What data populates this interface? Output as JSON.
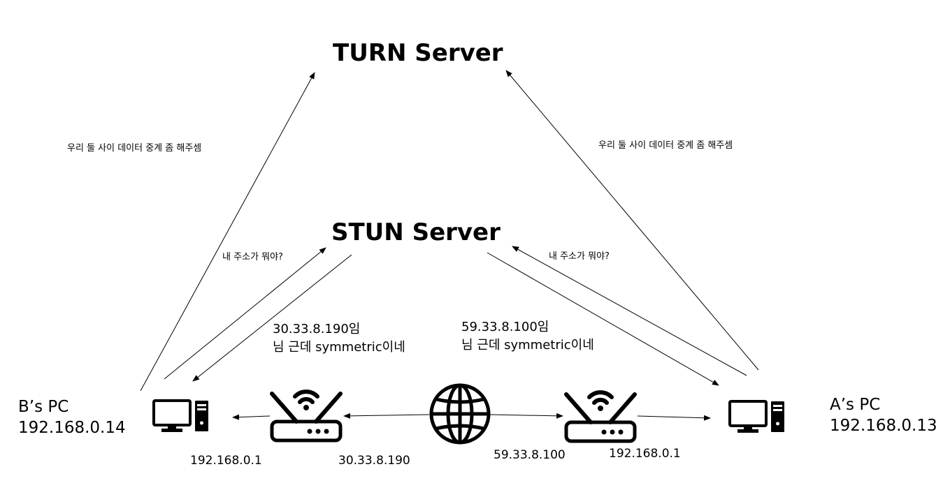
{
  "servers": {
    "turn_title": "TURN Server",
    "stun_title": "STUN Server"
  },
  "turn_requests": {
    "left": "우리 둘 사이 데이터 중계 좀 해주셈",
    "right": "우리 둘 사이 데이터 중계 좀 해주셈"
  },
  "stun_queries": {
    "left": "내 주소가 뭐야?",
    "right": "내 주소가 뭐야?"
  },
  "stun_replies": {
    "left": {
      "addr": "30.33.8.190임",
      "note": "님 근데 symmetric이네"
    },
    "right": {
      "addr": "59.33.8.100임",
      "note": "님 근데 symmetric이네"
    }
  },
  "pcs": {
    "b": {
      "name": "B’s PC",
      "ip": "192.168.0.14"
    },
    "a": {
      "name": "A’s PC",
      "ip": "192.168.0.13"
    }
  },
  "routers": {
    "left": {
      "lan_ip": "192.168.0.1",
      "wan_ip": "30.33.8.190"
    },
    "right": {
      "lan_ip": "192.168.0.1",
      "wan_ip": "59.33.8.100"
    }
  },
  "colors": {
    "ink": "#000000",
    "background": "#ffffff"
  },
  "icons": [
    "desktop-pc-icon",
    "wifi-router-icon",
    "globe-icon"
  ]
}
